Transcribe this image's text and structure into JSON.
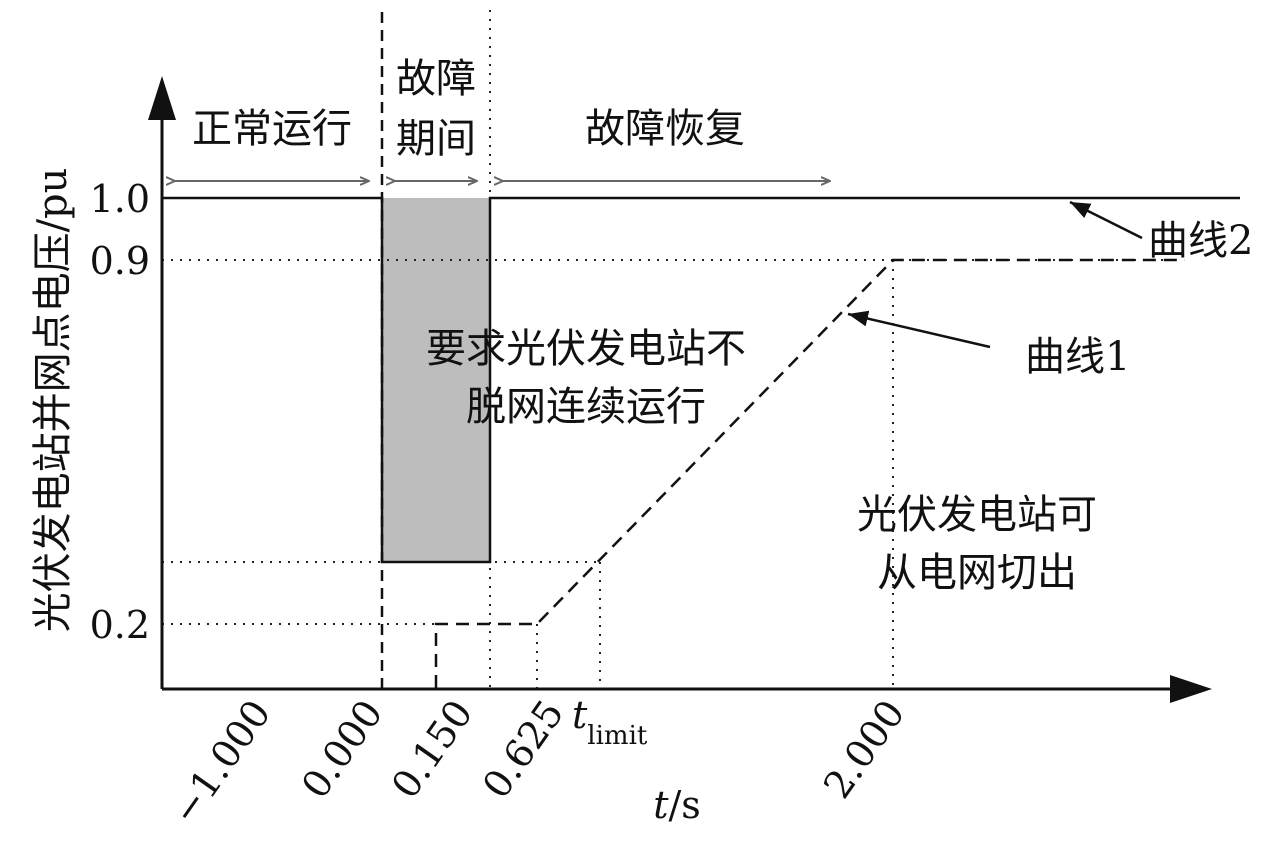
{
  "y_axis_label": "光伏发电站并网点电压/pu",
  "x_axis_label": {
    "var": "t",
    "unit": "/s"
  },
  "y_ticks": [
    "1.0",
    "0.9",
    "0.2"
  ],
  "x_ticks": [
    "−1.000",
    "0.000",
    "0.150",
    "0.625",
    "2.000"
  ],
  "t_limit": {
    "main": "t",
    "sub": "limit"
  },
  "phases": {
    "normal": "正常运行",
    "fault_line1": "故障",
    "fault_line2": "期间",
    "recovery": "故障恢复"
  },
  "regions": {
    "stay_line1": "要求光伏发电站不",
    "stay_line2": "脱网连续运行",
    "trip_line1": "光伏发电站可",
    "trip_line2": "从电网切出"
  },
  "curves": {
    "curve1": "曲线1",
    "curve2": "曲线2"
  },
  "colors": {
    "shade": "#bdbdbd",
    "ink": "#111111",
    "arrow": "#666666"
  }
}
